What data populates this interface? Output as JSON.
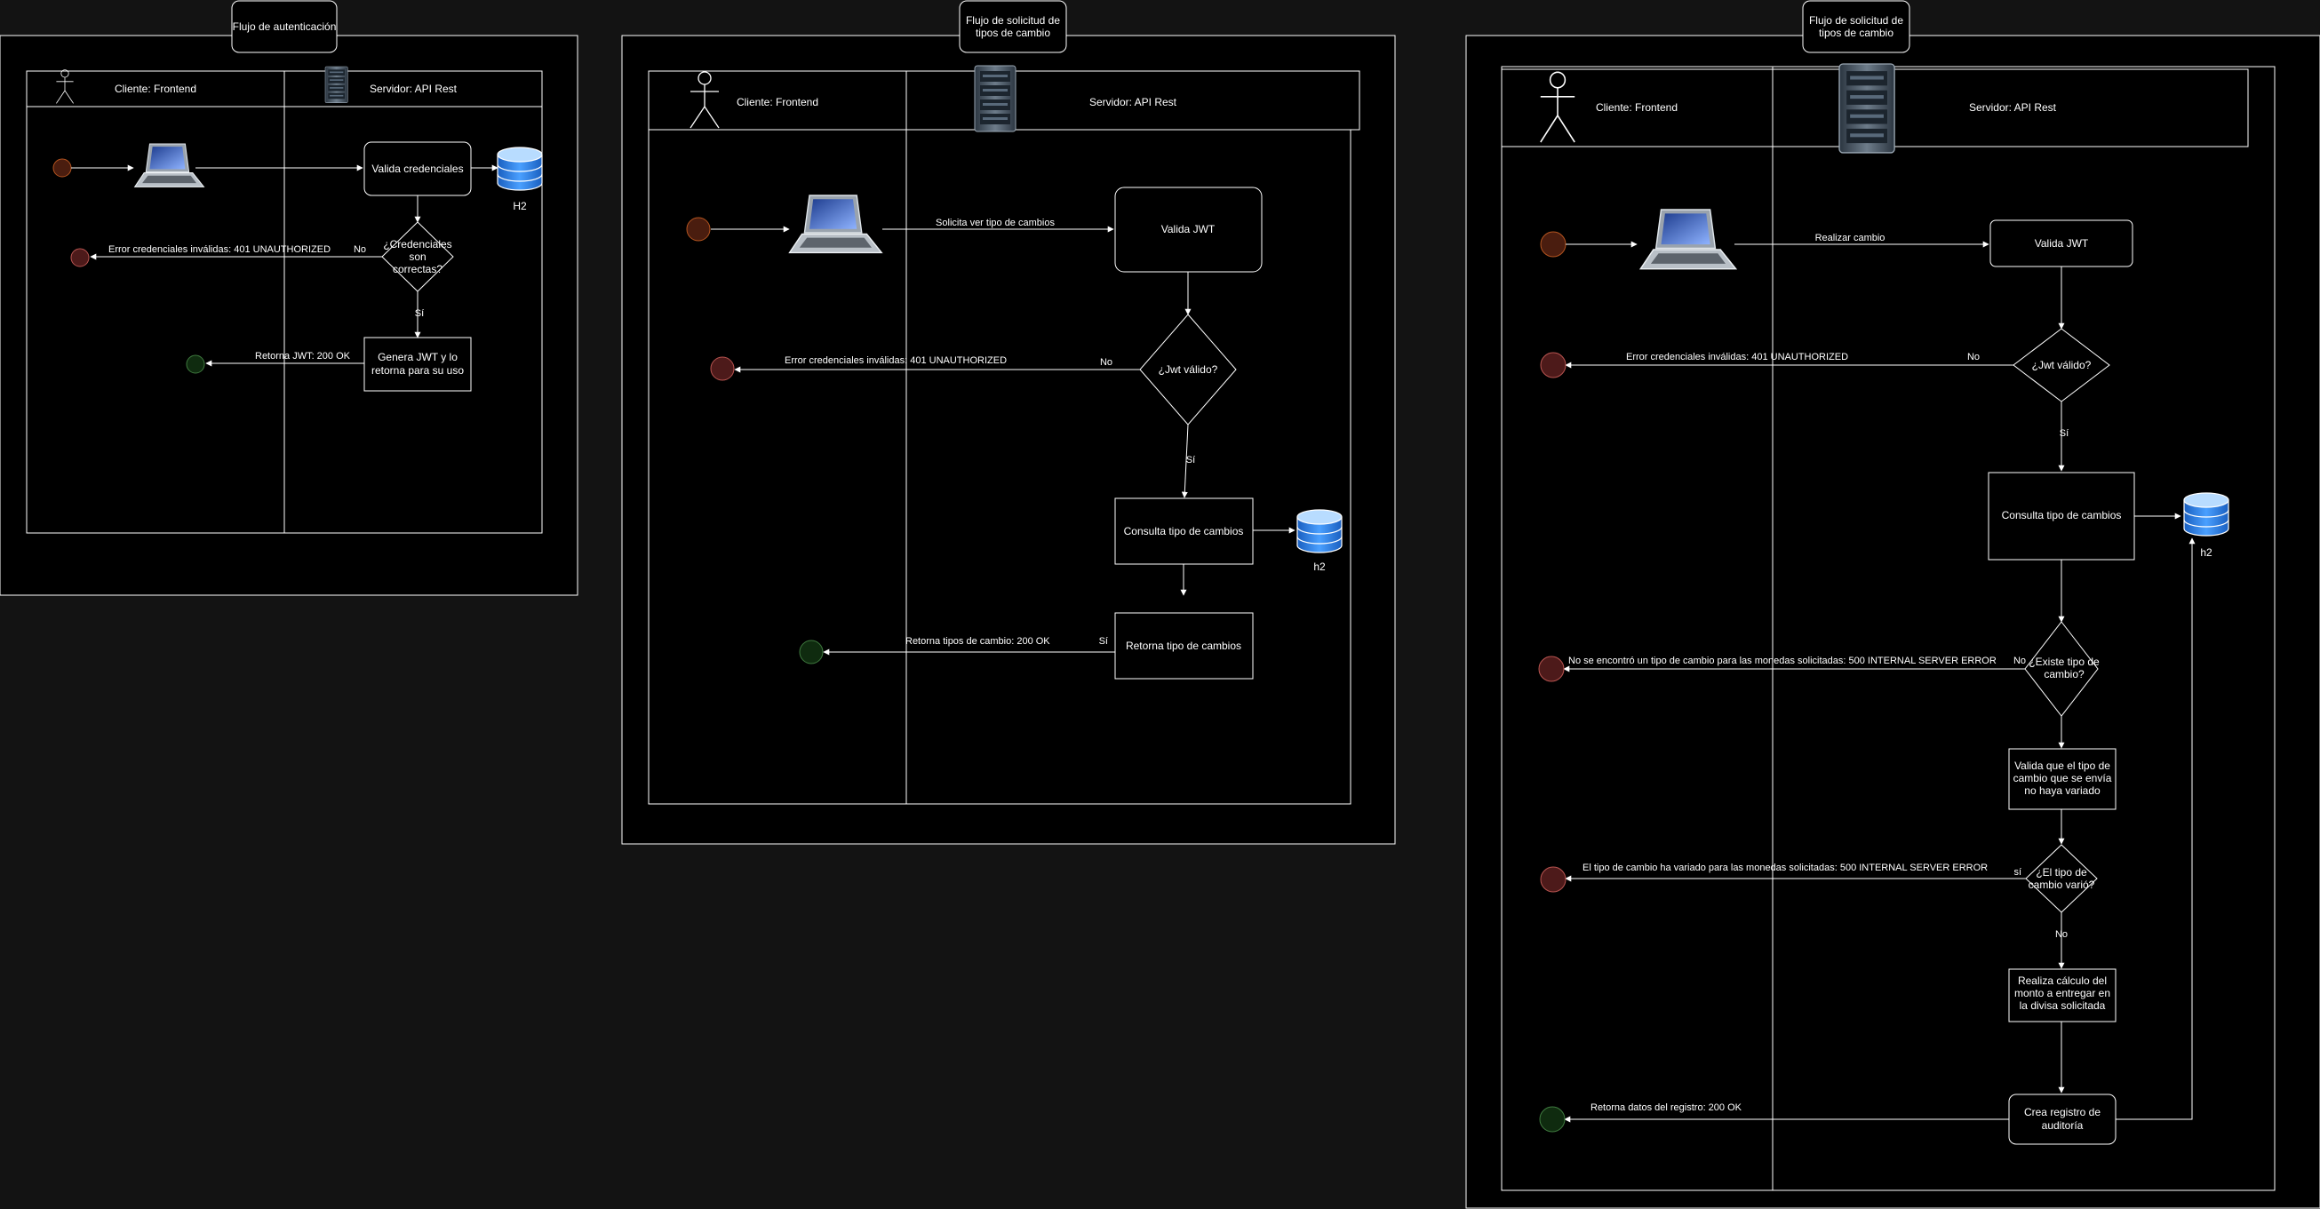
{
  "diagrams": {
    "auth": {
      "title": "Flujo de autenticación",
      "lane_client": "Cliente: Frontend",
      "lane_server": "Servidor: API Rest",
      "validate": "Valida credenciales",
      "decision": [
        "¿Credenciales",
        "son",
        "correctas?"
      ],
      "no": "No",
      "yes": "Sí",
      "error": "Error credenciales inválidas: 401 UNAUTHORIZED",
      "generate": [
        "Genera JWT y lo",
        "retorna para su uso"
      ],
      "return_jwt": "Retorna JWT: 200 OK",
      "db": "H2"
    },
    "query": {
      "title": [
        "Flujo de solicitud de",
        "tipos de cambio"
      ],
      "lane_client": "Cliente: Frontend",
      "lane_server": "Servidor: API Rest",
      "request": "Solicita ver tipo de cambios",
      "validate": "Valida JWT",
      "decision": "¿Jwt válido?",
      "no": "No",
      "yes": "Sí",
      "yes_return": "Sí",
      "error": "Error credenciales inválidas: 401 UNAUTHORIZED",
      "consult": "Consulta tipo de cambios",
      "db": "h2",
      "return_box": "Retorna tipo de cambios",
      "return_ok": "Retorna tipos de cambio: 200 OK"
    },
    "exchange": {
      "title": [
        "Flujo de solicitud de",
        "tipos de cambio"
      ],
      "lane_client": "Cliente: Frontend",
      "lane_server": "Servidor: API Rest",
      "request": "Realizar cambio",
      "validate": "Valida JWT",
      "decision_jwt": "¿Jwt válido?",
      "no_jwt": "No",
      "yes_jwt": "Sí",
      "error_jwt": "Error credenciales inválidas: 401 UNAUTHORIZED",
      "consult": "Consulta tipo de cambios",
      "db": "h2",
      "decision_exists": [
        "¿Existe tipo de",
        "cambio?"
      ],
      "no_exists": "No",
      "error_exists": "No se encontró un tipo de cambio para las monedas solicitadas: 500 INTERNAL SERVER ERROR",
      "validate_var": [
        "Valida que el tipo de",
        "cambio que se envía",
        "no haya variado"
      ],
      "decision_var": [
        "¿El tipo de",
        "cambio varió?"
      ],
      "yes_var": "sí",
      "no_var": "No",
      "error_var": "El tipo de cambio ha variado para las monedas solicitadas: 500 INTERNAL SERVER ERROR",
      "calc": [
        "Realiza cálculo del",
        "monto a entregar en",
        "la divisa solicitada"
      ],
      "audit": [
        "Crea registro de",
        "auditoría"
      ],
      "return_ok": "Retorna datos del registro: 200 OK"
    }
  },
  "colors": {
    "background": "#131313",
    "canvas": "#000000",
    "stroke": "#ffffff",
    "start_fill": "#4a1d0f",
    "start_stroke": "#b4541f",
    "error_fill": "#4d1a1a",
    "error_stroke": "#b85450",
    "end_fill": "#0f2b0f",
    "end_stroke": "#3f7a3f",
    "db_top": "#b8dcff",
    "db_body": "#2e7de0"
  },
  "icons": [
    "actor-icon",
    "laptop-icon",
    "server-icon",
    "database-icon"
  ]
}
